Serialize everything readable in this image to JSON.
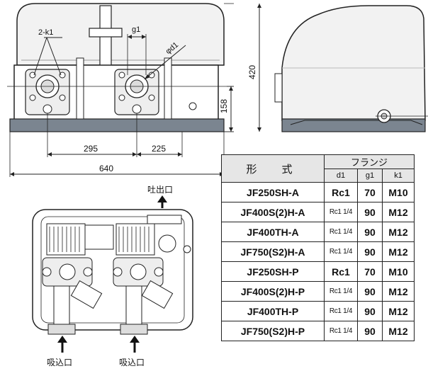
{
  "front_view": {
    "callouts": {
      "k1": "2-k1",
      "g1": "g1",
      "d1": "φd1"
    },
    "dims": {
      "height_total": "420",
      "height_outlet": "158",
      "spacing_left": "295",
      "spacing_right": "225",
      "width_total": "640"
    }
  },
  "plan_view": {
    "labels": {
      "outlet": "吐出口",
      "inlet_left": "吸込口",
      "inlet_right": "吸込口"
    }
  },
  "table": {
    "header_model": "形　式",
    "header_flange": "フランジ",
    "col_d1": "d1",
    "col_g1": "g1",
    "col_k1": "k1",
    "rows": [
      {
        "model": "JF250SH-A",
        "d1": "Rc1",
        "g1": "70",
        "k1": "M10"
      },
      {
        "model": "JF400S(2)H-A",
        "d1": "Rc1 1/4",
        "g1": "90",
        "k1": "M12"
      },
      {
        "model": "JF400TH-A",
        "d1": "Rc1 1/4",
        "g1": "90",
        "k1": "M12"
      },
      {
        "model": "JF750(S2)H-A",
        "d1": "Rc1 1/4",
        "g1": "90",
        "k1": "M12"
      },
      {
        "model": "JF250SH-P",
        "d1": "Rc1",
        "g1": "70",
        "k1": "M10"
      },
      {
        "model": "JF400S(2)H-P",
        "d1": "Rc1 1/4",
        "g1": "90",
        "k1": "M12"
      },
      {
        "model": "JF400TH-P",
        "d1": "Rc1 1/4",
        "g1": "90",
        "k1": "M12"
      },
      {
        "model": "JF750(S2)H-P",
        "d1": "Rc1 1/4",
        "g1": "90",
        "k1": "M12"
      }
    ]
  }
}
